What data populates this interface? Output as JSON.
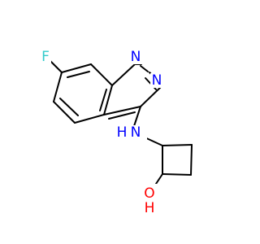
{
  "molecule": {
    "atoms": {
      "f": {
        "label": "F",
        "color": "#33cccc"
      },
      "n1": {
        "label": "N",
        "color": "#0000ff"
      },
      "n3": {
        "label": "N",
        "color": "#0000ff"
      },
      "nh": {
        "label": "N",
        "color": "#0000ff"
      },
      "h": {
        "label": "H",
        "color": "#0000ff"
      },
      "o": {
        "label": "O",
        "color": "#ff0000"
      },
      "oh": {
        "label": "H",
        "color": "#ff0000"
      }
    },
    "bond_color": "#000000"
  }
}
